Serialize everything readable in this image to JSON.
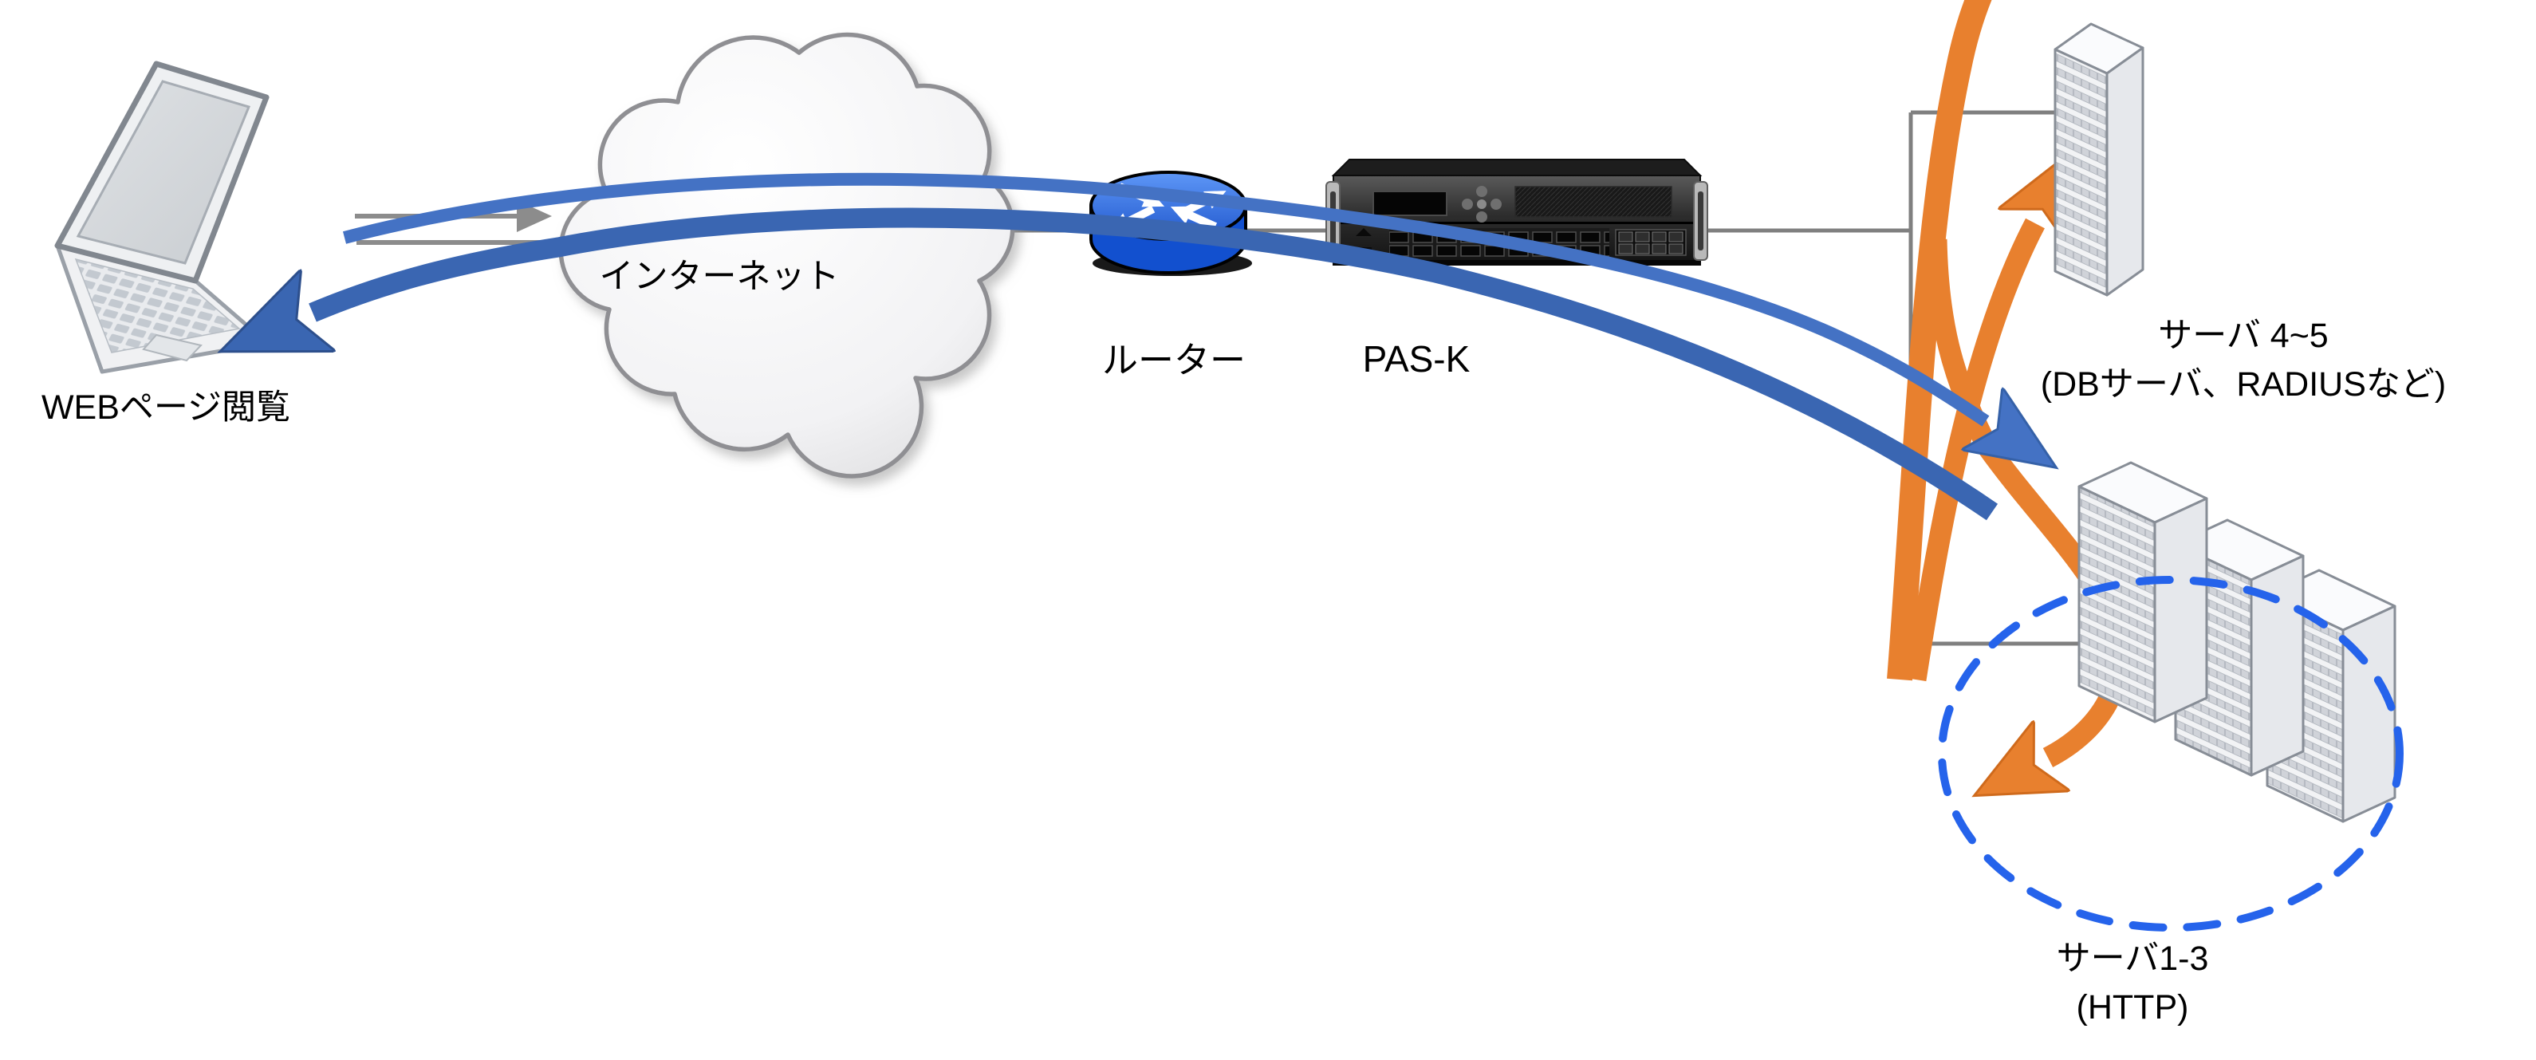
{
  "labels": {
    "client": "WEBページ閲覧",
    "internet": "インターネット",
    "router": "ルーター",
    "appliance": "PAS-K",
    "servers_45": {
      "line1": "サーバ 4~5",
      "line2": "(DBサーバ、RADIUSなど)"
    },
    "servers_13": {
      "line1": "サーバ1-3",
      "line2": "(HTTP)"
    }
  },
  "icons": {
    "client": "laptop-icon",
    "internet": "cloud-icon",
    "router": "router-icon",
    "appliance": "rack-appliance-image",
    "servers_45": "server-tower-icon",
    "servers_13": "server-tower-icon (x3)",
    "servers_13_group": "dashed-ellipse"
  },
  "flows": {
    "client_request_gray": "two straight gray arrows from laptop toward internet",
    "request_blue_light": "#4472C4",
    "response_blue_dark": "#3A66B2",
    "distribution_orange": "#E8802E",
    "dashed_ellipse_blue": "#2563EB",
    "connector_gray": "#808080"
  }
}
